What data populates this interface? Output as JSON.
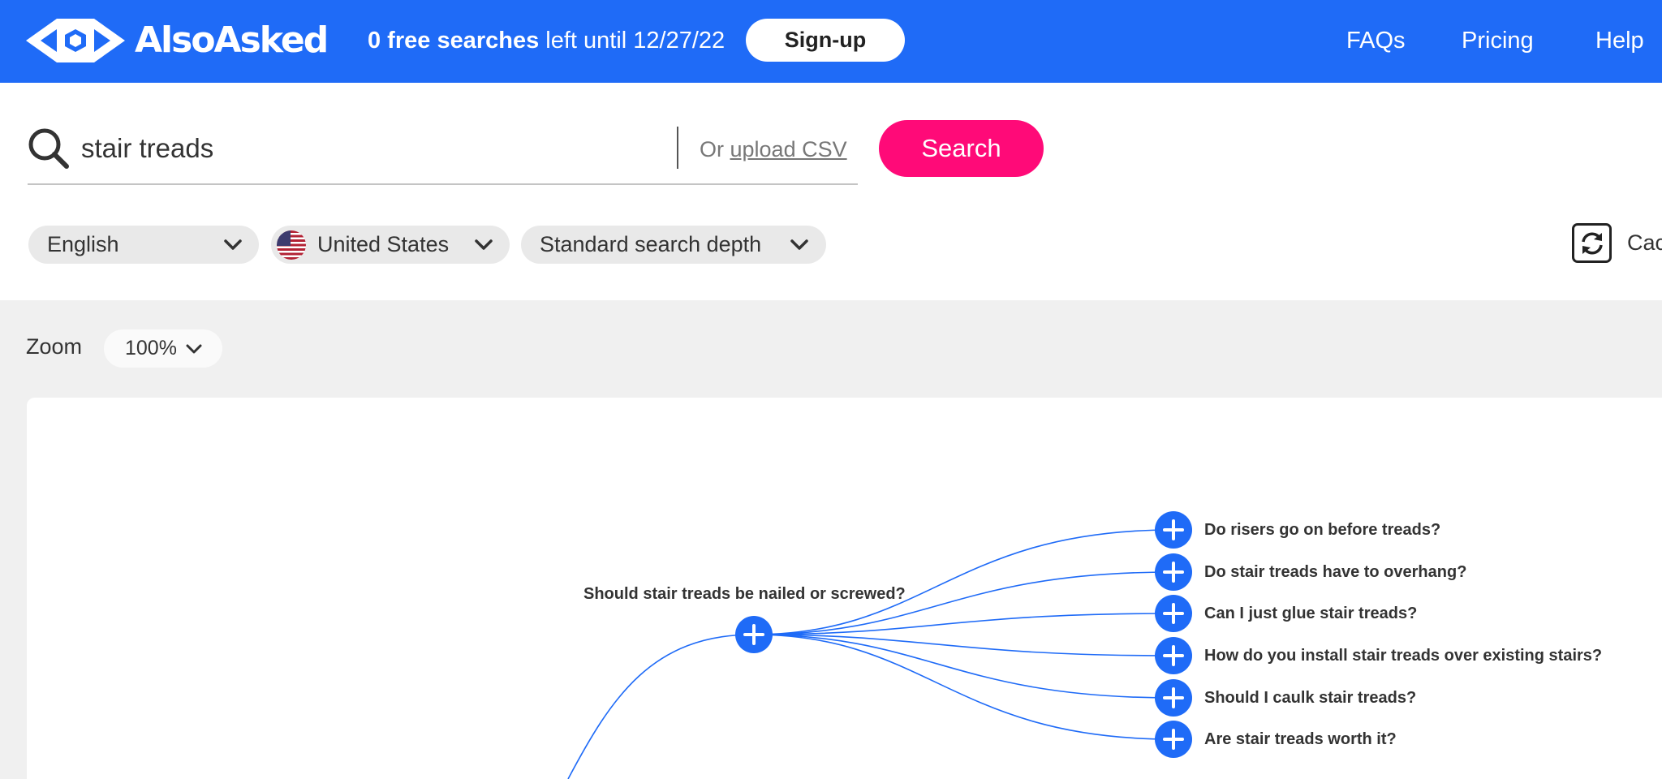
{
  "header": {
    "logo_text": "AlsoAsked",
    "free_searches_bold": "0 free searches",
    "free_searches_rest": " left until 12/27/22",
    "signup_label": "Sign-up",
    "nav": [
      "FAQs",
      "Pricing",
      "Help"
    ]
  },
  "search": {
    "query": "stair treads",
    "or_text": "Or ",
    "upload_link": "upload CSV",
    "button_label": "Search"
  },
  "filters": {
    "language": "English",
    "country": "United States",
    "depth": "Standard search depth",
    "cache_label": "Cac"
  },
  "zoom": {
    "label": "Zoom",
    "value": "100%"
  },
  "tree": {
    "parent": "Should stair treads be nailed or screwed?",
    "children": [
      "Do risers go on before treads?",
      "Do stair treads have to overhang?",
      "Can I just glue stair treads?",
      "How do you install stair treads over existing stairs?",
      "Should I caulk stair treads?",
      "Are stair treads worth it?"
    ]
  },
  "colors": {
    "brand_blue": "#1f6bf7",
    "search_pink": "#ff0a78"
  }
}
